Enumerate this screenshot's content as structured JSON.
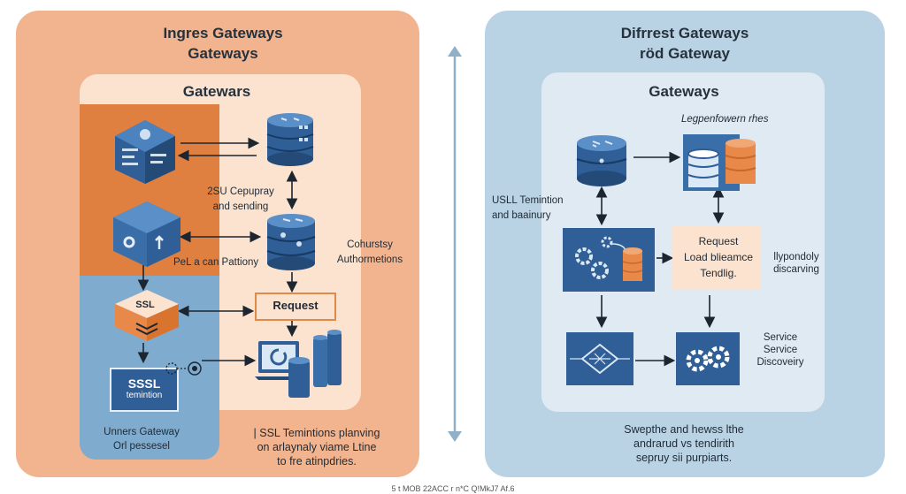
{
  "left": {
    "title_line1": "Ingres Gateways",
    "title_line2": "Gateways",
    "inner_title": "Gatewars",
    "label_capacity_line1": "2SU Cepupray",
    "label_capacity_line2": "and sending",
    "label_pathony": "PeL a can Pattiony",
    "label_courtesy_line1": "Cohurstsy",
    "label_courtesy_line2": "Authormetions",
    "ssl_label": "SSL",
    "request_label": "Request",
    "sssl_line1": "SSSL",
    "sssl_line2": "temintion",
    "bottom_left_line1": "Unners Gateway",
    "bottom_left_line2": "Orl pessesel",
    "caption_line1": "| SSL Temintions planving",
    "caption_line2": "on arlaynaly viame Ltine",
    "caption_line3": "to fre atinpdries."
  },
  "right": {
    "title_line1": "Difrrest Gateways",
    "title_line2": "röd Gateway",
    "inner_title": "Gateways",
    "label_legend": "Legpenfowern rhes",
    "label_usll_line1": "USLL Temintion",
    "label_usll_line2": "and baainury",
    "request_line1": "Request",
    "request_line2": "Load blieamce",
    "request_line3": "Tendlig.",
    "label_discover_line1": "llypondoly",
    "label_discover_line2": "discarving",
    "label_service_line1": "Service",
    "label_service_line2": "Service",
    "label_service_line3": "Discoveiry",
    "caption_line1": "Swepthe and hewss lthe",
    "caption_line2": "andrarud vs tendirith",
    "caption_line3": "sepruy sii purpiarts."
  },
  "footer": "5 t MOB 22ACC r   n*C Q!MkJ7 Af.6",
  "colors": {
    "left_panel": "#f2b48e",
    "left_inner": "#fbe3cf",
    "left_orange": "#e08040",
    "left_blue": "#7fabce",
    "right_panel": "#b9d3e4",
    "right_inner": "#dfeaf3",
    "icon_blue": "#3a6ea8",
    "icon_dark": "#244a78",
    "accent_orange": "#e8894a",
    "request_fill": "#fbe3cf"
  }
}
